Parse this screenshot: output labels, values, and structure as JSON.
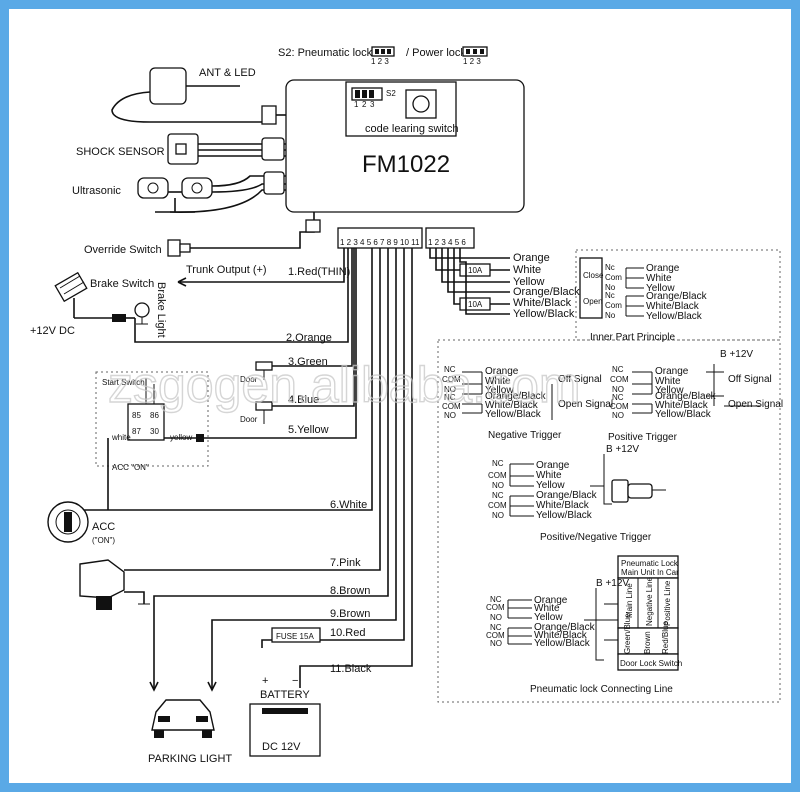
{
  "main_unit": {
    "model": "FM1022",
    "learn_switch": "code learing switch",
    "dip_label": "S2",
    "dip_nums": [
      "1",
      "2",
      "3"
    ]
  },
  "top": {
    "s2_label": "S2:  Pneumatic lock",
    "power_lock": "/ Power lock",
    "dip_nums": "1 2 3"
  },
  "left_devices": {
    "ant": "ANT & LED",
    "shock": "SHOCK  SENSOR",
    "ultrasonic": "Ultrasonic",
    "override": "Override Switch",
    "brake_switch": "Brake Switch",
    "brake_light": "Brake Light",
    "dc": "+12V DC",
    "start_switch": "Start Switch",
    "door": "Door",
    "white_small": "white",
    "yellow_small": "yellow",
    "acc_on_small": "ACC \"ON\"",
    "acc": "ACC",
    "acc_on": "(\"ON\")",
    "relay_pins": [
      "85",
      "86",
      "87",
      "30"
    ]
  },
  "connector_a": {
    "pins": "1 2 3 4 5 6 7 8 9 10 11"
  },
  "connector_b": {
    "pins": "1 2 3 4 5 6"
  },
  "wires": {
    "trunk": "Trunk Output (+)",
    "w1": "1.Red(THIN)",
    "w2": "2.Orange",
    "w3": "3.Green",
    "w4": "4.Blue",
    "w5": "5.Yellow",
    "w6": "6.White",
    "w7": "7.Pink",
    "w8": "8.Brown",
    "w9": "9.Brown",
    "w10": "10.Red",
    "w11": "11.Black"
  },
  "fuse": "FUSE 15A",
  "battery": {
    "label": "BATTERY",
    "plus": "+",
    "minus": "−",
    "voltage": "DC  12V"
  },
  "parking": "PARKING  LIGHT",
  "right_outputs": {
    "fuse_a": "10A",
    "fuse_b": "10A",
    "labels": [
      "Orange",
      "White",
      "Yellow",
      "Orange/Black",
      "White/Black",
      "Yellow/Black"
    ]
  },
  "inner_part": {
    "title": "Inner Part Principle",
    "close": "Close",
    "open": "Open",
    "pins": [
      "Nc",
      "Com",
      "No",
      "Nc",
      "Com",
      "No"
    ],
    "colors": [
      "Orange",
      "White",
      "Yellow",
      "Orange/Black",
      "White/Black",
      "Yellow/Black"
    ]
  },
  "neg_trigger": {
    "title": "Negative Trigger",
    "pins": [
      "NC",
      "COM",
      "NO",
      "NC",
      "COM",
      "NO"
    ],
    "colors": [
      "Orange",
      "White",
      "Yellow",
      "Orange/Black",
      "White/Black",
      "Yellow/Black"
    ],
    "off": "Off Signal",
    "open": "Open Signal"
  },
  "pos_trigger": {
    "title": "Positive Trigger",
    "b12": "B +12V",
    "pins": [
      "NC",
      "COM",
      "NO",
      "NC",
      "COM",
      "NO"
    ],
    "colors": [
      "Orange",
      "White",
      "Yellow",
      "Orange/Black",
      "White/Black",
      "Yellow/Black"
    ],
    "off": "Off Signal",
    "open": "Open Signal"
  },
  "posneg_trigger": {
    "title": "Positive/Negative Trigger",
    "b12": "B +12V",
    "pins": [
      "NC",
      "COM",
      "NO",
      "NC",
      "COM",
      "NO"
    ],
    "colors": [
      "Orange",
      "White",
      "Yellow",
      "Orange/Black",
      "White/Black",
      "Yellow/Black"
    ]
  },
  "pneumatic": {
    "title": "Pneumatic lock Connecting Line",
    "b12": "B +12V",
    "unit1": "Pneumatic Lock",
    "unit2": "Main Unit In Car",
    "main_line": "Main Line",
    "neg_line": "Negative Line",
    "pos_line": "Positive Line",
    "green_blue": "Green/Blue",
    "brown": "Brown",
    "red_blue": "Red/Blue",
    "door_switch": "Door Lock Switch",
    "pins": [
      "NC",
      "COM",
      "NO",
      "NC",
      "COM",
      "NO"
    ],
    "colors": [
      "Orange",
      "White",
      "Yellow",
      "Orange/Black",
      "White/Black",
      "Yellow/Black"
    ]
  },
  "watermark": "zsgogen.alibaba.com"
}
